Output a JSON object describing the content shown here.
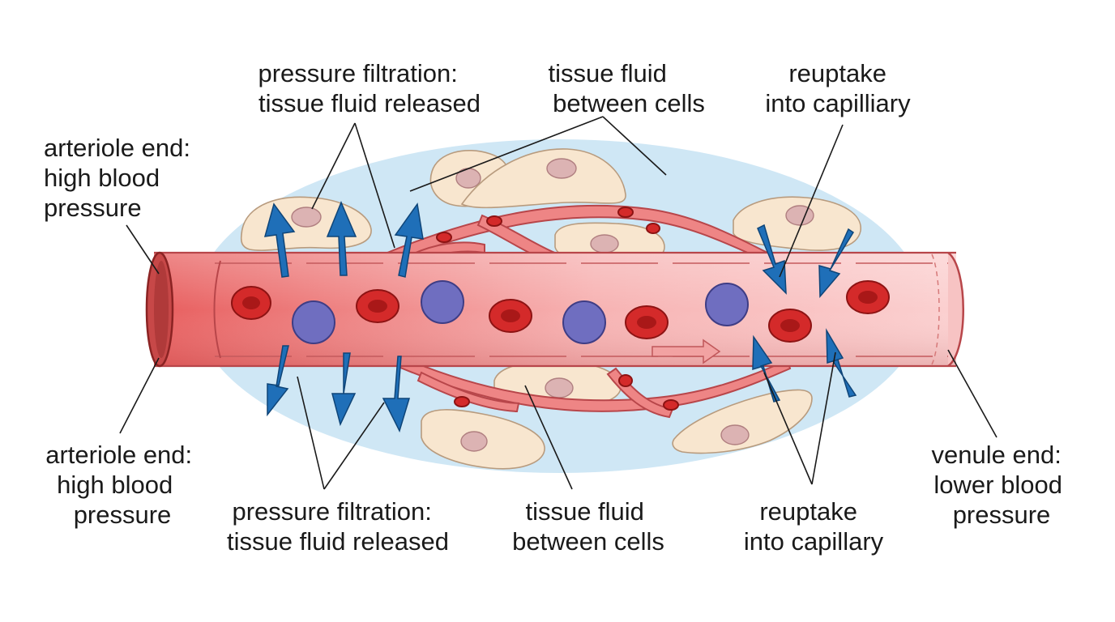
{
  "labels": {
    "filtration_top": [
      "pressure filtration:",
      "tissue fluid released"
    ],
    "tissue_fluid_top": [
      "tissue fluid",
      "between cells"
    ],
    "reuptake_top": [
      "reuptake",
      "into capilliary"
    ],
    "arteriole_top": [
      "arteriole end:",
      "high blood",
      "pressure"
    ],
    "arteriole_bottom": [
      "arteriole end:",
      "high blood",
      "pressure"
    ],
    "filtration_bottom": [
      "pressure filtration:",
      "tissue fluid released"
    ],
    "tissue_fluid_bottom": [
      "tissue fluid",
      "between cells"
    ],
    "reuptake_bottom": [
      "reuptake",
      "into capillary"
    ],
    "venule_bottom": [
      "venule end:",
      "lower blood",
      "pressure"
    ]
  },
  "colors": {
    "tissue_fluid": "#cfe7f5",
    "vessel": "#f08a8a",
    "red_blood_cell": "#d42a2a",
    "white_blood_cell": "#6f6ec0",
    "tissue_cell": "#f8e6cf",
    "fluid_arrow": "#1f6fb8"
  }
}
